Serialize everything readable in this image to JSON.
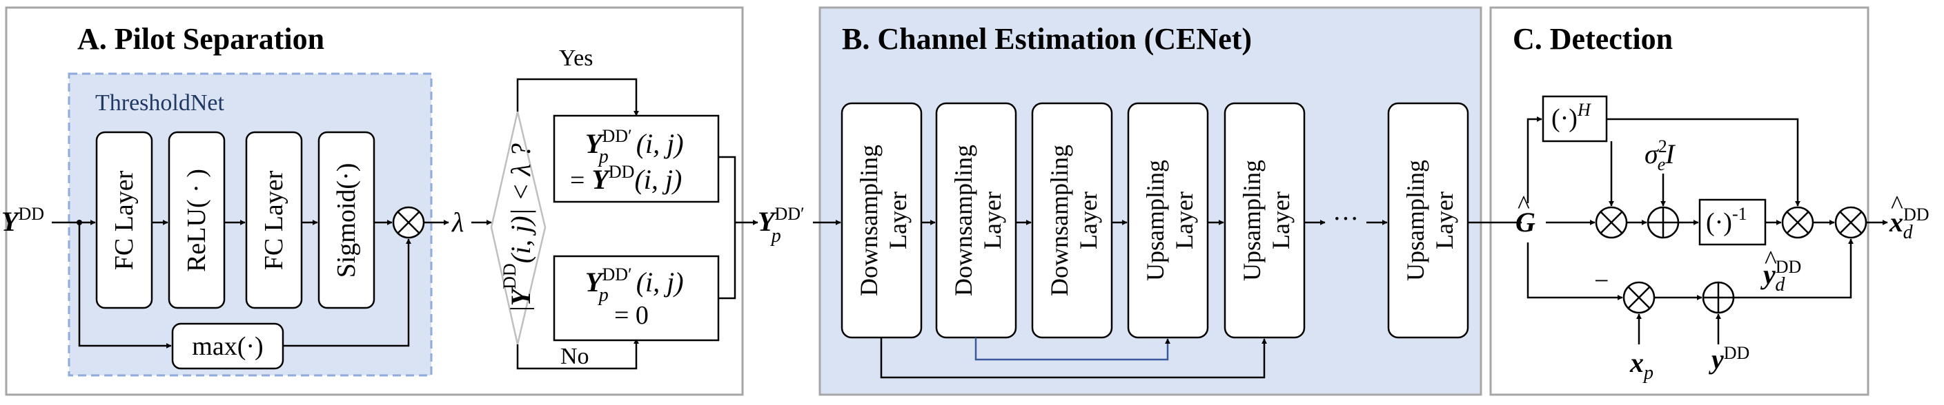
{
  "sections": {
    "a_title": "A. Pilot Separation",
    "b_title": "B. Channel Estimation (CENet)",
    "c_title": "C. Detection"
  },
  "threshold_net": {
    "label": "ThresholdNet",
    "blocks": [
      "FC Layer",
      "ReLU( · )",
      "FC Layer",
      "Sigmoid(·)"
    ],
    "max_label": "max(·)"
  },
  "pilot": {
    "input_symbol": "Y",
    "input_sup": "DD",
    "lambda": "λ",
    "condition_prefix": "|",
    "condition_sym": "Y",
    "condition_sup": "DD",
    "condition_rest": "(i, j)| < λ ?",
    "yes": "Yes",
    "no": "No",
    "upper_line1_sym": "Y",
    "upper_line1_sub": "p",
    "upper_line1_sup": "DD′",
    "upper_line1_rest": "(i, j)",
    "upper_line2_eq": "=",
    "upper_line2_sym": "Y",
    "upper_line2_sup": "DD",
    "upper_line2_rest": "(i, j)",
    "lower_line1_rest": "(i, j)",
    "lower_line2": "= 0",
    "output_sup": "DD′"
  },
  "cenet": {
    "layers": [
      [
        "Downsampling",
        "Layer"
      ],
      [
        "Downsampling",
        "Layer"
      ],
      [
        "Downsampling",
        "Layer"
      ],
      [
        "Upsampling",
        "Layer"
      ],
      [
        "Upsampling",
        "Layer"
      ],
      [
        "Upsampling",
        "Layer"
      ]
    ],
    "ellipsis": "···"
  },
  "detection": {
    "g_symbol": "G",
    "hermitian_a": "(·)",
    "hermitian_b": "H",
    "noise_a": "σ",
    "noise_sup": "2",
    "noise_sub": "e",
    "noise_b": "I",
    "inverse_a": "(·)",
    "inverse_b": "-1",
    "minus": "−",
    "xp_sym": "x",
    "xp_sub": "p",
    "ydd_sym": "y",
    "ydd_sup": "DD",
    "yd_sym": "y",
    "yd_sub": "d",
    "yd_sup": "DD",
    "out_sym": "x",
    "out_sub": "d",
    "out_sup": "DD"
  }
}
